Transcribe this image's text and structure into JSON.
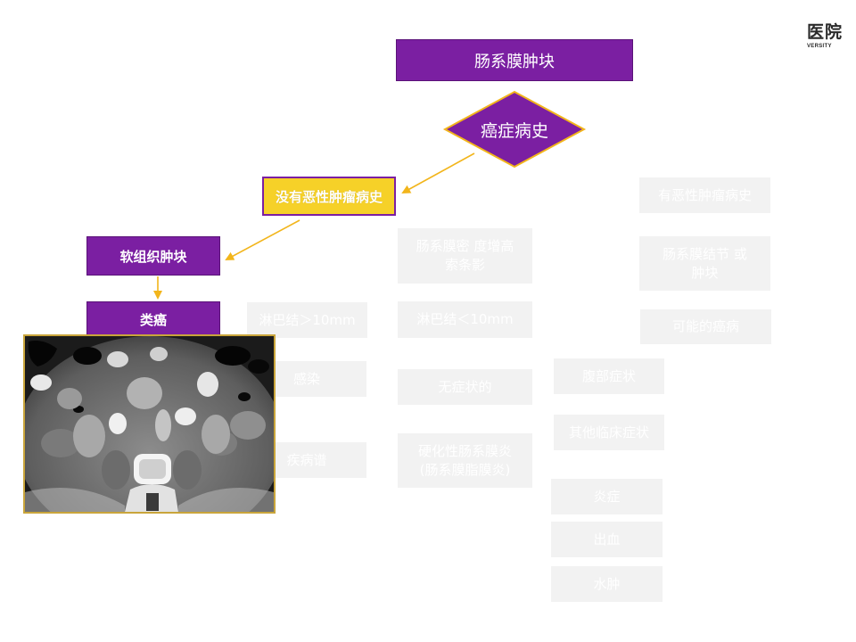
{
  "logo": {
    "glyphs": "医院",
    "sub": "VERSITY"
  },
  "title": "肠系膜肿块",
  "decision": "癌症病史",
  "left_branch": {
    "label": "没有恶性肿瘤病史",
    "soft_tissue": "软组织肿块",
    "carcinoid": "类癌"
  },
  "faded": {
    "lymph_large": "淋巴结＞10mm",
    "infection": "感染",
    "disease_spectrum": "疾病谱",
    "mesentery_density": "肠系膜密 度增高 索条影",
    "lymph_small": "淋巴结＜10mm",
    "asymptomatic": "无症状的",
    "sclerosing": "硬化性肠系膜炎 (肠系膜脂膜炎)",
    "malignant_history": "有恶性肿瘤病史",
    "mesentery_nodule": "肠系膜结节 或肿块",
    "possible_cancer": "可能的癌病",
    "abdominal_symptoms": "腹部症状",
    "other_clinical": "其他临床症状",
    "inflammation": "炎症",
    "hemorrhage": "出血",
    "edema": "水肿"
  },
  "colors": {
    "purple": "#7b1fa2",
    "yellow": "#f6d128",
    "arrow": "#f2b51b",
    "ghost_box": "#f2f2f2"
  }
}
